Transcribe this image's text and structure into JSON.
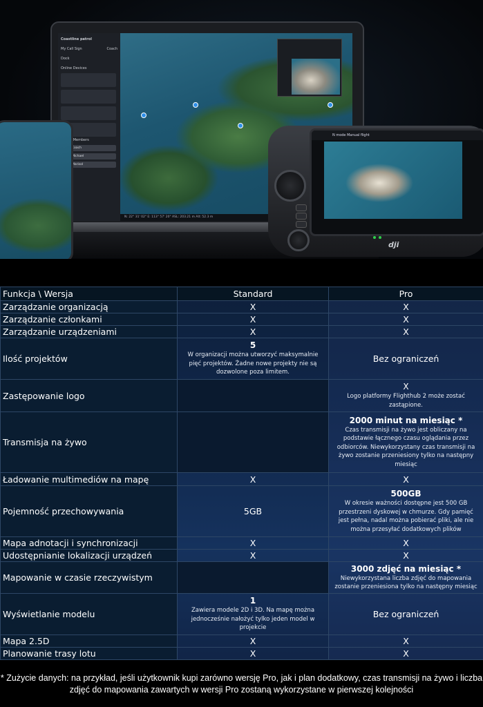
{
  "hero": {
    "laptop": {
      "project_title": "Coastline patrol",
      "call_sign": "My Call Sign",
      "call_sign_value": "Coach",
      "dock_label": "Dock",
      "online_devices_label": "Online Devices",
      "online_members_label": "Online Members",
      "members": [
        "Coach",
        "Michael",
        "Marisol"
      ],
      "status_bar": "N: 22° 31' 02\"  E: 113° 57' 20\"  ASL: 203.21 m  Alt: 52.3 m"
    },
    "rc": {
      "title": "N mode  Manual flight",
      "brand": "dji"
    }
  },
  "comparison": {
    "header": {
      "feature": "Funkcja \\ Wersja",
      "standard": "Standard",
      "pro": "Pro"
    },
    "rows": [
      {
        "feature": "Zarządzanie organizacją",
        "standard": "X",
        "pro": "X"
      },
      {
        "feature": "Zarządzanie członkami",
        "standard": "X",
        "pro": "X"
      },
      {
        "feature": "Zarządzanie urządzeniami",
        "standard": "X",
        "pro": "X"
      },
      {
        "feature": "Ilość projektów",
        "standard_title": "5",
        "standard_note": "W organizacji można utworzyć maksymalnie pięć projektów. Żadne nowe projekty nie są dozwolone poza limitem.",
        "pro": "Bez ograniczeń"
      },
      {
        "feature": "Zastępowanie logo",
        "pro_title": "X",
        "pro_note": "Logo platformy Flighthub 2 może zostać zastąpione."
      },
      {
        "feature": "Transmisja na żywo",
        "pro_title": "2000 minut na miesiąc *",
        "pro_note": "Czas transmisji na żywo jest obliczany na podstawie łącznego czasu oglądania przez odbiorców. Niewykorzystany czas transmisji na żywo zostanie przeniesiony tylko na następny miesiąc"
      },
      {
        "feature": "Ładowanie multimediów na mapę",
        "standard": "X",
        "pro": "X"
      },
      {
        "feature": "Pojemność przechowywania",
        "standard": "5GB",
        "pro_title": "500GB",
        "pro_note": "W okresie ważności dostępne jest 500 GB przestrzeni dyskowej w chmurze. Gdy pamięć jest pełna, nadal można pobierać pliki, ale nie można przesyłać dodatkowych plików"
      },
      {
        "feature": "Mapa adnotacji i synchronizacji",
        "standard": "X",
        "pro": "X"
      },
      {
        "feature": "Udostępnianie lokalizacji urządzeń",
        "standard": "X",
        "pro": "X"
      },
      {
        "feature": "Mapowanie w czasie rzeczywistym",
        "pro_title": "3000 zdjęć na miesiąc *",
        "pro_note": "Niewykorzystana liczba zdjęć do mapowania zostanie przeniesiona tylko na następny miesiąc"
      },
      {
        "feature": "Wyświetlanie modelu",
        "standard_title": "1",
        "standard_note": "Zawiera modele 2D i 3D. Na mapę można jednocześnie nałożyć tylko jeden model w projekcie",
        "pro": "Bez ograniczeń"
      },
      {
        "feature": "Mapa 2.5D",
        "standard": "X",
        "pro": "X"
      },
      {
        "feature": "Planowanie trasy lotu",
        "standard": "X",
        "pro": "X"
      }
    ],
    "footnote": "* Zużycie danych: na przykład, jeśli użytkownik kupi zarówno wersję Pro, jak i plan dodatkowy, czas transmisji na żywo i liczba zdjęć do mapowania zawartych w wersji Pro zostaną wykorzystane w pierwszej kolejności"
  }
}
